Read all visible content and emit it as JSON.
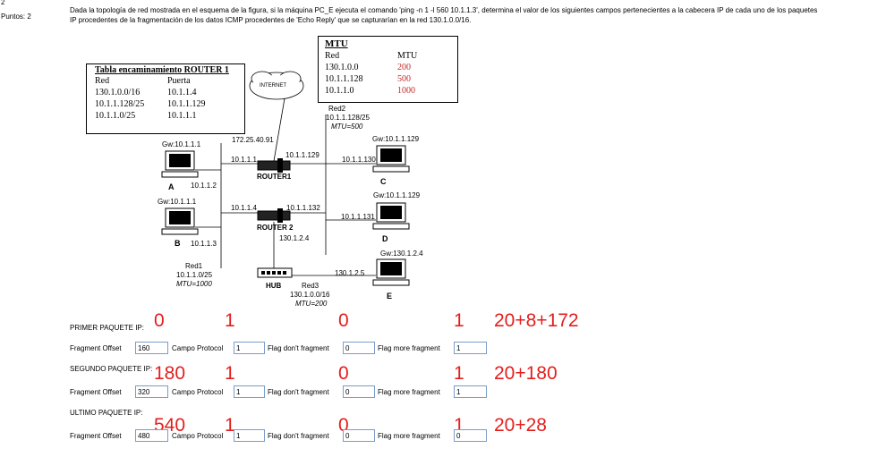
{
  "header": {
    "number": "2",
    "points": "Puntos: 2",
    "question": "Dada la topología de red mostrada en el esquema de la figura, si la máquina PC_E ejecuta el comando 'ping -n 1 -l 560 10.1.1.3', determina el valor de los siguientes campos pertenecientes a la cabecera IP de cada uno de los paquetes IP procedentes de la fragmentación de los datos ICMP procedentes de 'Echo Reply' que se capturarían en la red 130.1.0.0/16."
  },
  "routing_table": {
    "title": "Tabla encaminamiento ROUTER 1",
    "headers": [
      "Red",
      "Puerta"
    ],
    "rows": [
      [
        "130.1.0.0/16",
        "10.1.1.4"
      ],
      [
        "10.1.1.128/25",
        "10.1.1.129"
      ],
      [
        "10.1.1.0/25",
        "10.1.1.1"
      ]
    ]
  },
  "mtu_table": {
    "title": "MTU",
    "headers": [
      "Red",
      "MTU"
    ],
    "rows": [
      [
        "130.1.0.0",
        "200"
      ],
      [
        "10.1.1.128",
        "500"
      ],
      [
        "10.1.1.0",
        "1000"
      ]
    ]
  },
  "diagram": {
    "internet": "INTERNET",
    "ip_ext": "172.25.40.91",
    "router1": "ROUTER1",
    "router2": "ROUTER 2",
    "hub": "HUB",
    "r1_left": "10.1.1.1",
    "r1_right": "10.1.1.129",
    "r2_left": "10.1.1.4",
    "r2_right": "10.1.1.132",
    "r2_bottom": "130.1.2.4",
    "red2": "Red2",
    "red2_net": "10.1.1.128/25",
    "red2_mtu": "MTU=500",
    "red1": "Red1",
    "red1_net": "10.1.1.0/25",
    "red1_mtu": "MTU=1000",
    "red3": "Red3",
    "red3_net": "130.1.0.0/16",
    "red3_mtu": "MTU=200",
    "pcA": {
      "gw": "Gw:10.1.1.1",
      "ip": "10.1.1.2",
      "name": "A"
    },
    "pcB": {
      "gw": "Gw:10.1.1.1",
      "ip": "10.1.1.3",
      "name": "B"
    },
    "pcC": {
      "gw": "Gw:10.1.1.129",
      "ip": "10.1.1.130",
      "name": "C"
    },
    "pcD": {
      "gw": "Gw:10.1.1.129",
      "ip": "10.1.1.131",
      "name": "D"
    },
    "pcE": {
      "gw": "Gw:130.1.2.4",
      "ip": "130.1.2.5",
      "name": "E"
    }
  },
  "field_labels": {
    "offset": "Fragment Offset",
    "protocol": "Campo Protocol",
    "dont_frag": "Flag don't fragment",
    "more_frag": "Flag more fragment"
  },
  "packets": [
    {
      "title": "PRIMER PAQUETE IP:",
      "offset": "160",
      "protocol": "1",
      "dont_frag": "0",
      "more_frag": "1",
      "notes": [
        "0",
        "1",
        "0",
        "1",
        "20+8+172"
      ]
    },
    {
      "title": "SEGUNDO PAQUETE IP:",
      "offset": "320",
      "protocol": "1",
      "dont_frag": "0",
      "more_frag": "1",
      "notes": [
        "180",
        "1",
        "0",
        "1",
        "20+180"
      ]
    },
    {
      "title": "ULTIMO PAQUETE IP:",
      "offset": "480",
      "protocol": "1",
      "dont_frag": "0",
      "more_frag": "0",
      "notes": [
        "540",
        "1",
        "0",
        "1",
        "20+28"
      ]
    }
  ]
}
